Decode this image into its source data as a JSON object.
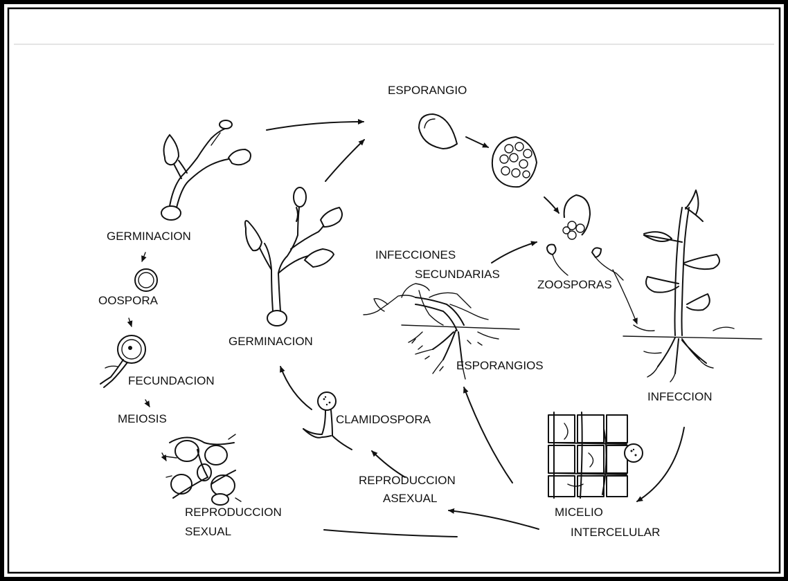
{
  "diagram": {
    "labels": {
      "esporangio": "ESPORANGIO",
      "germinacion_top": "GERMINACION",
      "germinacion_center": "GERMINACION",
      "oospora": "OOSPORA",
      "fecundacion": "FECUNDACION",
      "meiosis": "MEIOSIS",
      "reproduccion_sexual_1": "REPRODUCCION",
      "reproduccion_sexual_2": "SEXUAL",
      "infecciones_1": "INFECCIONES",
      "infecciones_2": "SECUNDARIAS",
      "zoosporas": "ZOOSPORAS",
      "esporangios": "ESPORANGIOS",
      "infeccion": "INFECCION",
      "clamidospora": "CLAMIDOSPORA",
      "reproduccion_asexual_1": "REPRODUCCION",
      "reproduccion_asexual_2": "ASEXUAL",
      "micelio_1": "MICELIO",
      "micelio_2": "INTERCELULAR"
    }
  }
}
